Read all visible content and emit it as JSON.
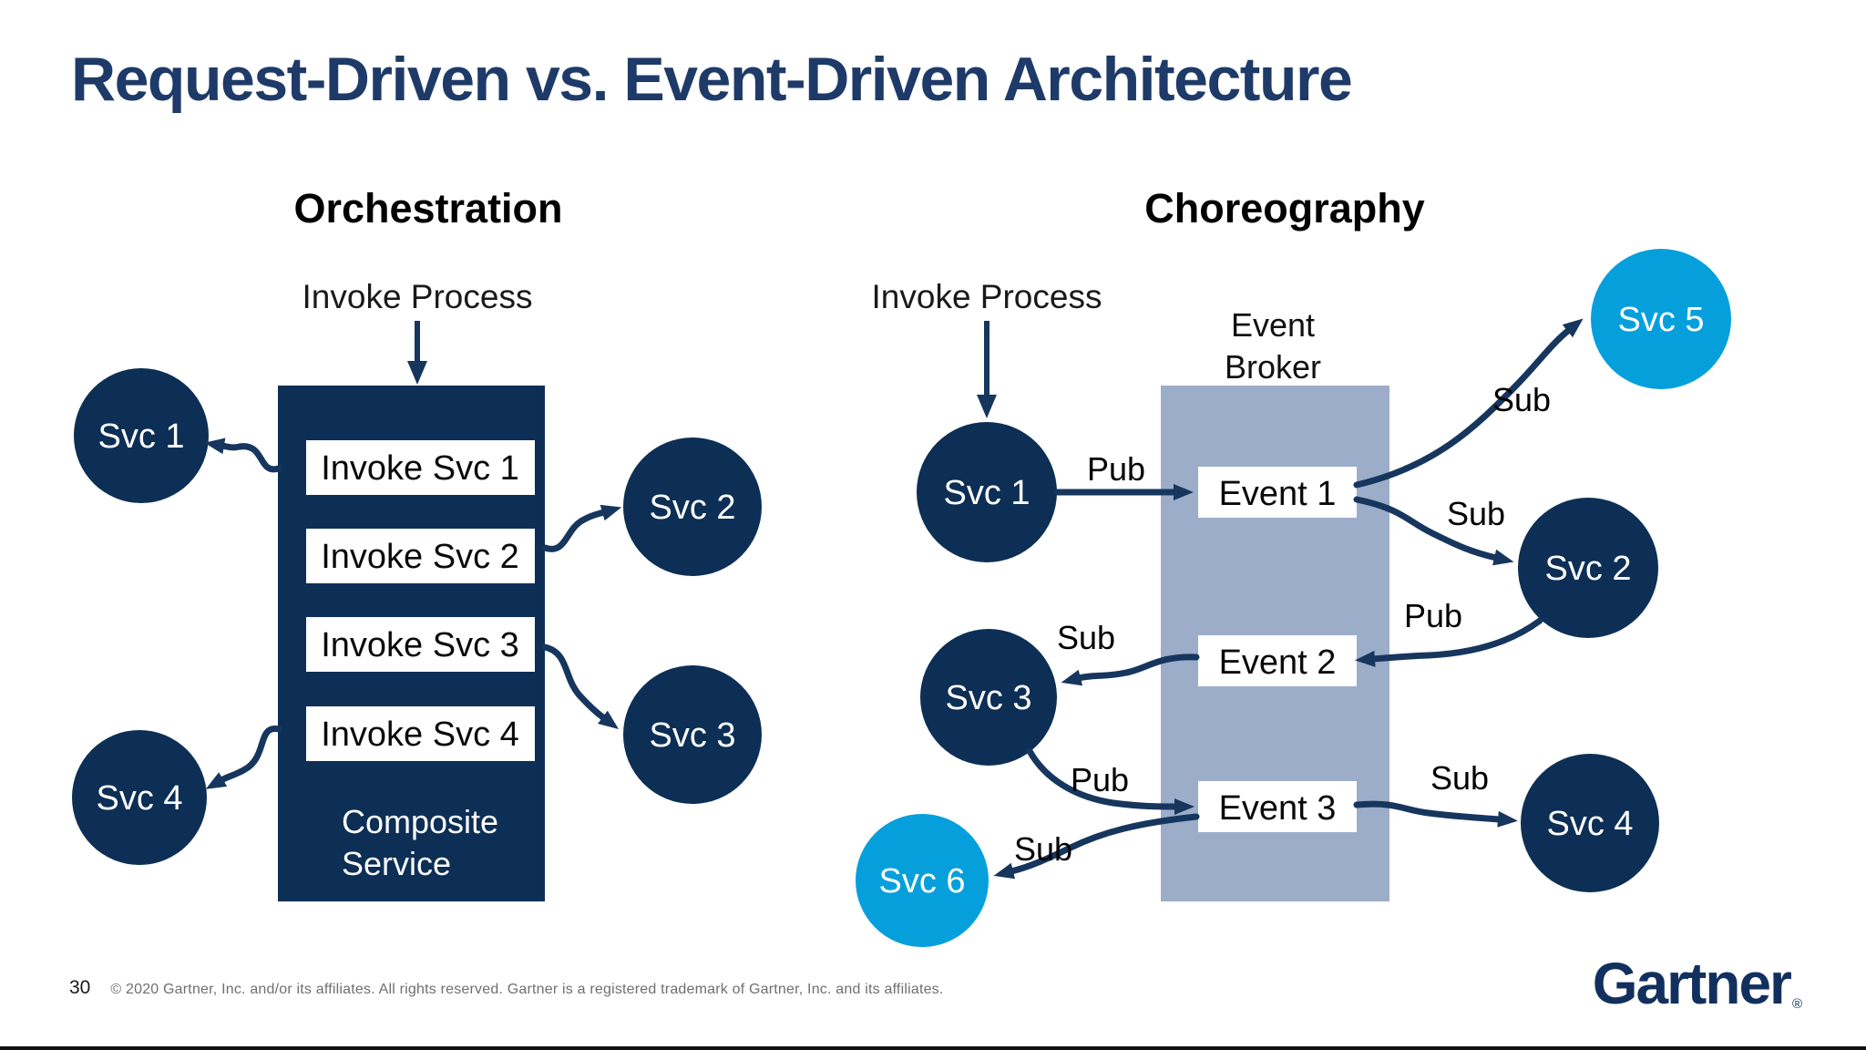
{
  "slide": {
    "title": "Request-Driven vs. Event-Driven Architecture"
  },
  "orchestration": {
    "heading": "Orchestration",
    "invoke_label": "Invoke Process",
    "composite": {
      "line1": "Composite",
      "line2": "Service"
    },
    "steps": [
      "Invoke Svc 1",
      "Invoke Svc 2",
      "Invoke Svc 3",
      "Invoke Svc 4"
    ],
    "services": [
      "Svc 1",
      "Svc 2",
      "Svc 3",
      "Svc 4"
    ]
  },
  "choreography": {
    "heading": "Choreography",
    "invoke_label": "Invoke Process",
    "broker": {
      "line1": "Event",
      "line2": "Broker"
    },
    "events": [
      "Event 1",
      "Event 2",
      "Event 3"
    ],
    "services": [
      "Svc 1",
      "Svc 2",
      "Svc 3",
      "Svc 4",
      "Svc 5",
      "Svc 6"
    ],
    "labels": [
      "Pub",
      "Sub",
      "Sub",
      "Pub",
      "Sub",
      "Pub",
      "Sub",
      "Sub"
    ]
  },
  "footer": {
    "page_number": "30",
    "copyright": "© 2020 Gartner, Inc. and/or its affiliates. All rights reserved. Gartner is a registered trademark of Gartner, Inc. and its affiliates.",
    "logo_text": "Gartner",
    "registered_mark": "®"
  },
  "colors": {
    "navy_shape": "#0d2f55",
    "arrow_navy": "#16365e",
    "light_blue": "#05a0dc",
    "broker_fill": "#9cadc9",
    "title_navy": "#1e3a68",
    "logo_navy": "#12305e"
  }
}
